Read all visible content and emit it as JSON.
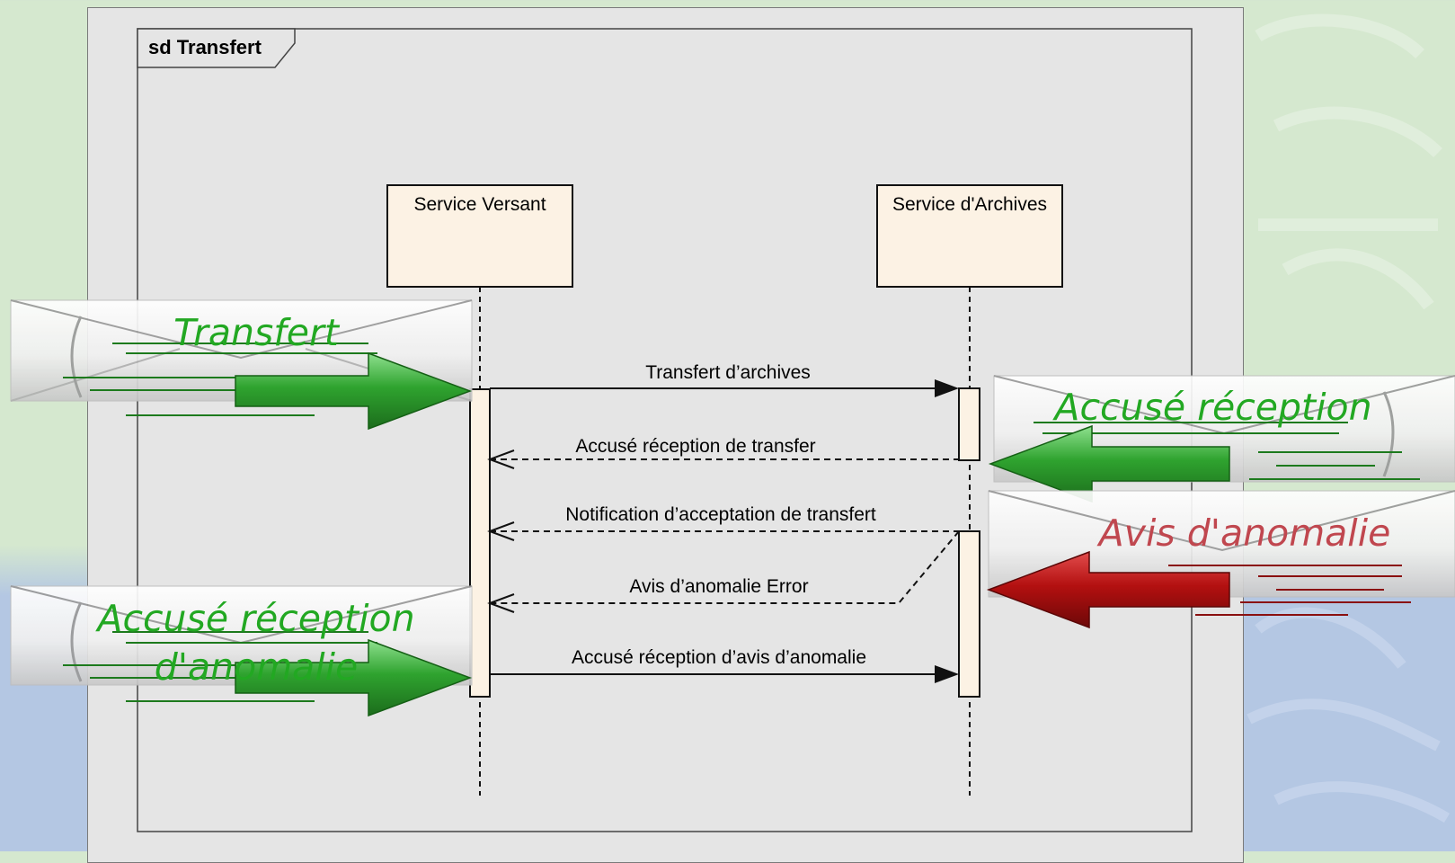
{
  "frame": {
    "title": "sd Transfert"
  },
  "lifelines": [
    {
      "name": "Service Versant"
    },
    {
      "name": "Service d'Archives"
    }
  ],
  "messages": [
    {
      "label": "Transfert d’archives",
      "kind": "synchronous",
      "from": "Service Versant",
      "to": "Service d'Archives"
    },
    {
      "label": "Accusé réception de transfer",
      "kind": "reply",
      "from": "Service d'Archives",
      "to": "Service Versant"
    },
    {
      "label": "Notification d’acceptation de transfert",
      "kind": "reply",
      "from": "Service d'Archives",
      "to": "Service Versant"
    },
    {
      "label": "Avis d’anomalie Error",
      "kind": "reply",
      "from": "Service d'Archives",
      "to": "Service Versant"
    },
    {
      "label": "Accusé réception d’avis d’anomalie",
      "kind": "synchronous",
      "from": "Service Versant",
      "to": "Service d'Archives"
    }
  ],
  "envelopes": {
    "transfert": {
      "text": "Transfert",
      "color": "#22a822",
      "direction": "right"
    },
    "accuse_reception": {
      "text": "Accusé réception",
      "color": "#22a822",
      "direction": "left"
    },
    "avis_anomalie": {
      "text": "Avis d'anomalie",
      "color": "#c0474f",
      "direction": "left"
    },
    "accuse_reception_anomalie": {
      "line1": "Accusé réception",
      "line2": "d'anomalie",
      "color": "#22a822",
      "direction": "right"
    }
  },
  "colors": {
    "lifeline_fill": "#fcf2e4",
    "panel": "#e5e5e5",
    "green_arrow": "#2f9b2f",
    "red_arrow": "#b01010"
  }
}
